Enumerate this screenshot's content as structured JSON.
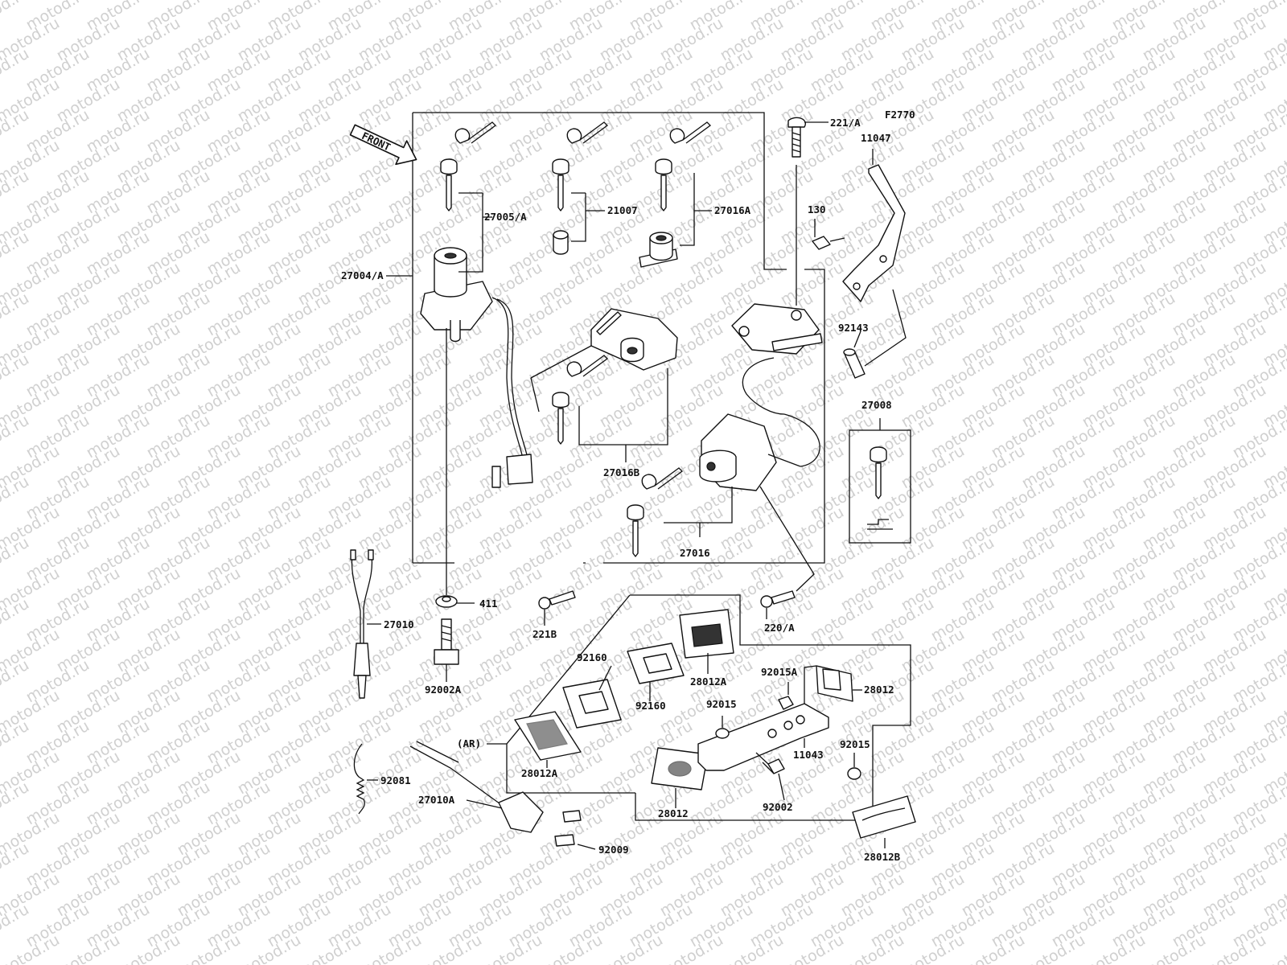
{
  "figure_code": "F2770",
  "front_arrow_label": "FRONT",
  "watermark_text": "motod.ru",
  "part_labels": {
    "p27004A": "27004/A",
    "p27005A": "27005/A",
    "p21007": "21007",
    "p27016A": "27016A",
    "p27016B": "27016B",
    "p27016": "27016",
    "p221A": "221/A",
    "p11047": "11047",
    "p130": "130",
    "p92143": "92143",
    "p27008": "27008",
    "p411": "411",
    "p221B": "221B",
    "p220A": "220/A",
    "p27010": "27010",
    "p92002A": "92002A",
    "p92160a": "92160",
    "p92160b": "92160",
    "p28012A_top": "28012A",
    "p92015A": "92015A",
    "p28012_right": "28012",
    "p92015_mid": "92015",
    "p11043": "11043",
    "p92015_right": "92015",
    "pAR": "(AR)",
    "p28012A_left": "28012A",
    "p92081": "92081",
    "p27010A": "27010A",
    "p28012_bottom": "28012",
    "p92002": "92002",
    "p28012B": "28012B",
    "p92009": "92009"
  },
  "colors": {
    "ink": "#111111",
    "watermark": "#d0d0d0",
    "paper": "#ffffff"
  }
}
